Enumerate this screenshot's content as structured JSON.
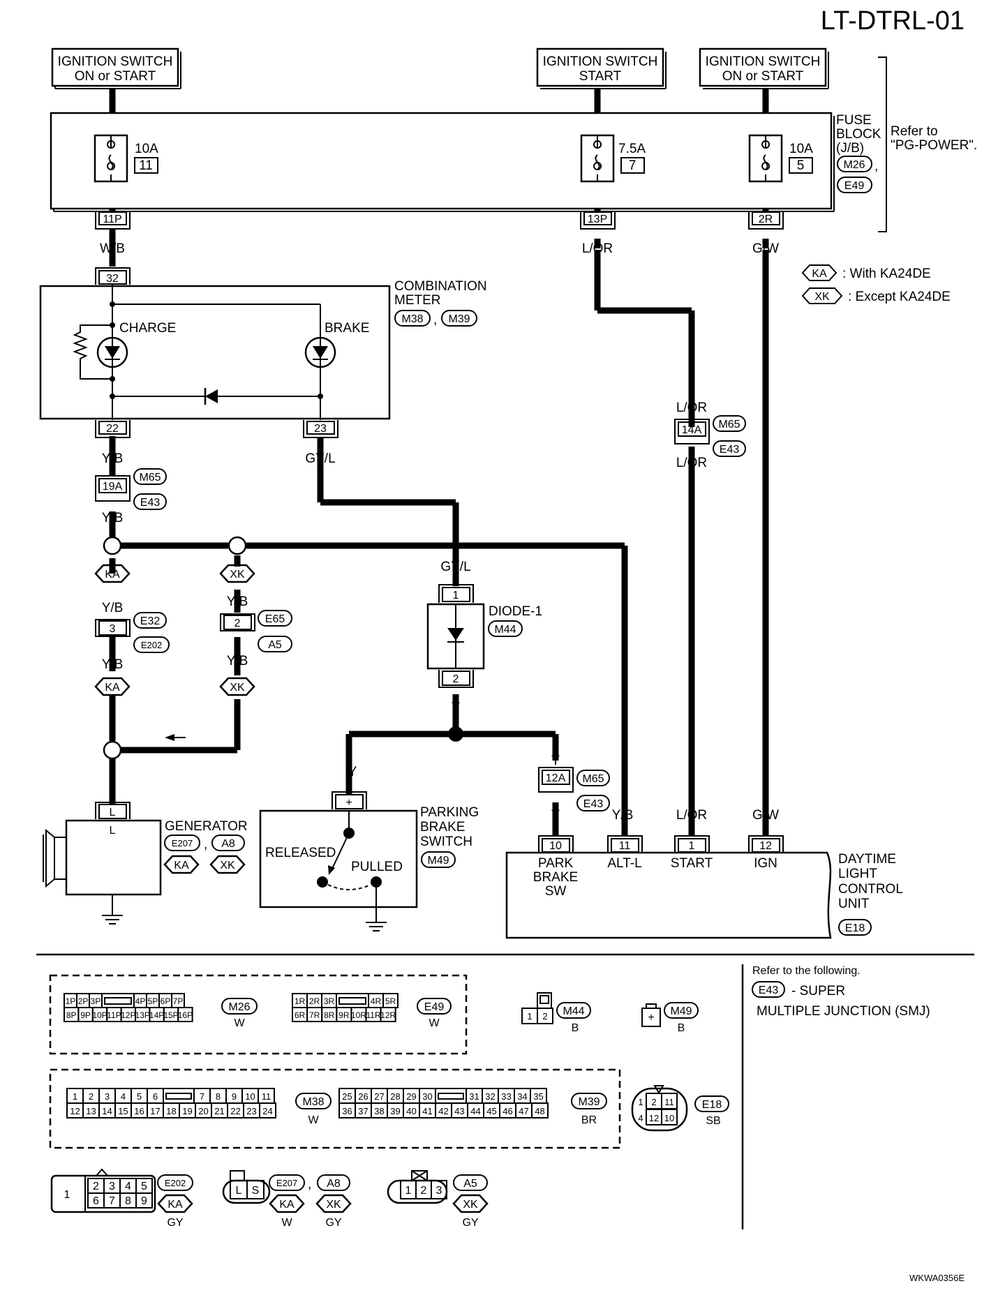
{
  "page_id": "LT-DTRL-01",
  "footer_id": "WKWA0356E",
  "power": {
    "ign_on_start_1": [
      "IGNITION SWITCH",
      "ON or START"
    ],
    "ign_start": [
      "IGNITION SWITCH",
      "START"
    ],
    "ign_on_start_2": [
      "IGNITION SWITCH",
      "ON or START"
    ]
  },
  "fuse_block": {
    "lines": [
      "FUSE",
      "BLOCK",
      "(J/B)"
    ],
    "conn1": "M26",
    "conn2": "E49",
    "refer": [
      "Refer to",
      "\"PG-POWER\"."
    ],
    "fuses": [
      {
        "amp": "10A",
        "no": "11",
        "pin": "11P"
      },
      {
        "amp": "7.5A",
        "no": "7",
        "pin": "13P"
      },
      {
        "amp": "10A",
        "no": "5",
        "pin": "2R"
      }
    ]
  },
  "legend": [
    {
      "code": "KA",
      "text": ": With KA24DE"
    },
    {
      "code": "XK",
      "text": ": Except KA24DE"
    }
  ],
  "wire_colors": {
    "wb": "W/B",
    "lor": "L/OR",
    "gw": "G/W",
    "yb": "Y/B",
    "gyl": "GY/L",
    "y": "Y"
  },
  "combination_meter": {
    "lines": [
      "COMBINATION",
      "METER"
    ],
    "conn1": "M38",
    "conn2": "M39",
    "charge": "CHARGE",
    "brake": "BRAKE",
    "pin_in": "32",
    "pin_charge": "22",
    "pin_brake": "23"
  },
  "joints": {
    "j19a": "19A",
    "j14a": "14A",
    "j12a": "12A",
    "m65": "M65",
    "e43": "E43"
  },
  "e32_conn": {
    "pin": "3",
    "c1": "E32",
    "c2": "E202"
  },
  "e65_conn": {
    "pin": "2",
    "c1": "E65",
    "c2": "A5"
  },
  "ka": "KA",
  "xk": "XK",
  "diode": {
    "name": "DIODE-1",
    "conn": "M44",
    "pin1": "1",
    "pin2": "2"
  },
  "generator": {
    "name": "GENERATOR",
    "pin": "L",
    "pin_inner": "L",
    "c1": "E207",
    "c2": "A8"
  },
  "parking_brake": {
    "lines": [
      "PARKING",
      "BRAKE",
      "SWITCH"
    ],
    "conn": "M49",
    "released": "RELEASED",
    "pulled": "PULLED",
    "pin": "+"
  },
  "dtrl_unit": {
    "lines": [
      "DAYTIME",
      "LIGHT",
      "CONTROL",
      "UNIT"
    ],
    "conn": "E18",
    "terminals": [
      {
        "pin": "10",
        "lines": [
          "PARK",
          "BRAKE",
          "SW"
        ]
      },
      {
        "pin": "11",
        "lines": [
          "ALT-L"
        ]
      },
      {
        "pin": "1",
        "lines": [
          "START"
        ]
      },
      {
        "pin": "12",
        "lines": [
          "IGN"
        ]
      }
    ]
  },
  "refer_following": {
    "line1": "Refer to the following.",
    "code": "E43",
    "line2": "- SUPER",
    "line3": "MULTIPLE JUNCTION (SMJ)"
  },
  "connectors": {
    "m26": {
      "id": "M26",
      "color": "W",
      "row1": [
        "1P",
        "2P",
        "3P",
        "4P",
        "5P",
        "6P",
        "7P"
      ],
      "row2": [
        "8P",
        "9P",
        "10P",
        "11P",
        "12P",
        "13P",
        "14P",
        "15P",
        "16P"
      ]
    },
    "e49": {
      "id": "E49",
      "color": "W",
      "row1": [
        "1R",
        "2R",
        "3R",
        "4R",
        "5R"
      ],
      "row2": [
        "6R",
        "7R",
        "8R",
        "9R",
        "10R",
        "11R",
        "12R"
      ]
    },
    "m44": {
      "id": "M44",
      "color": "B",
      "pins": [
        "1",
        "2"
      ]
    },
    "m49": {
      "id": "M49",
      "color": "B",
      "pins": [
        "+"
      ]
    },
    "m38": {
      "id": "M38",
      "color": "W",
      "row1": [
        "1",
        "2",
        "3",
        "4",
        "5",
        "6",
        "7",
        "8",
        "9",
        "10",
        "11"
      ],
      "row2": [
        "12",
        "13",
        "14",
        "15",
        "16",
        "17",
        "18",
        "19",
        "20",
        "21",
        "22",
        "23",
        "24"
      ]
    },
    "m39": {
      "id": "M39",
      "color": "BR",
      "row1": [
        "25",
        "26",
        "27",
        "28",
        "29",
        "30",
        "31",
        "32",
        "33",
        "34",
        "35"
      ],
      "row2": [
        "36",
        "37",
        "38",
        "39",
        "40",
        "41",
        "42",
        "43",
        "44",
        "45",
        "46",
        "47",
        "48"
      ]
    },
    "e18": {
      "id": "E18",
      "color": "SB",
      "row1": [
        "1",
        "2",
        "11"
      ],
      "row2": [
        "4",
        "12",
        "10"
      ]
    },
    "e202": {
      "id": "E202",
      "ka": "KA",
      "color": "GY",
      "single": "1",
      "row1": [
        "2",
        "3",
        "4",
        "5"
      ],
      "row2": [
        "6",
        "7",
        "8",
        "9"
      ]
    },
    "e207": {
      "id": "E207",
      "id2": "A8",
      "ka": "KA",
      "xk": "XK",
      "color1": "W",
      "color2": "GY",
      "pins": [
        "L",
        "S"
      ]
    },
    "a5": {
      "id": "A5",
      "xk": "XK",
      "color": "GY",
      "pins": [
        "1",
        "2",
        "3"
      ]
    }
  }
}
